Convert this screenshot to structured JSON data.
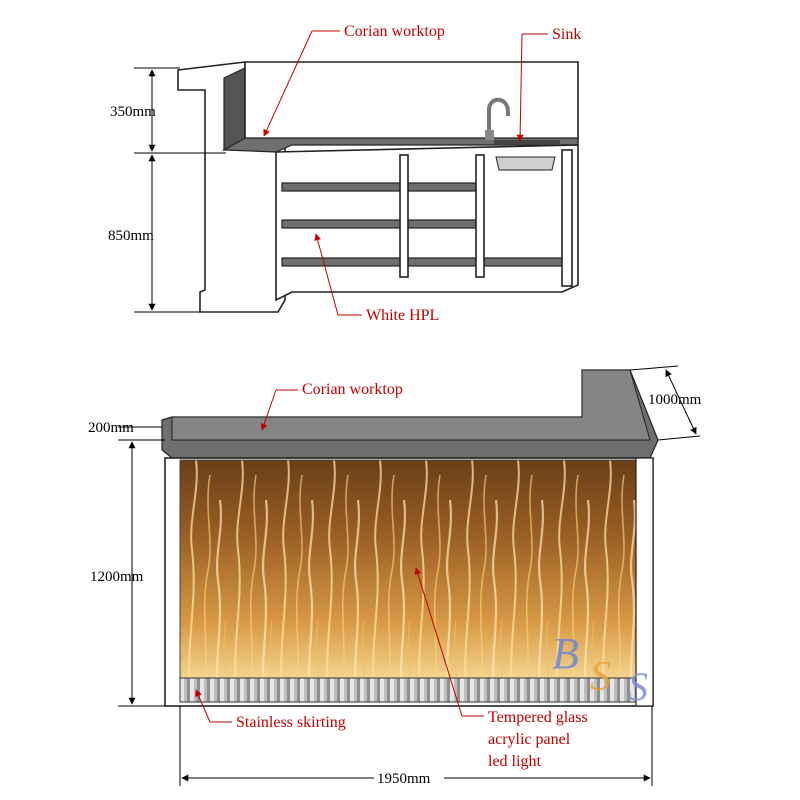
{
  "top_view": {
    "labels": {
      "worktop": "Corian worktop",
      "sink": "Sink",
      "shelf": "White HPL"
    },
    "dimensions": {
      "upper": "350mm",
      "lower": "850mm"
    }
  },
  "front_view": {
    "labels": {
      "worktop": "Corian worktop",
      "skirting": "Stainless skirting",
      "panel_line1": "Tempered glass",
      "panel_line2": "acrylic panel",
      "panel_line3": "led light"
    },
    "dimensions": {
      "top_thickness": "200mm",
      "return_depth": "1000mm",
      "height": "1200mm",
      "width": "1950mm"
    }
  },
  "watermark": "BSS",
  "colors": {
    "label_red": "#c00000",
    "panel_amber": "#b8782a",
    "panel_glow": "#f5d27a"
  }
}
